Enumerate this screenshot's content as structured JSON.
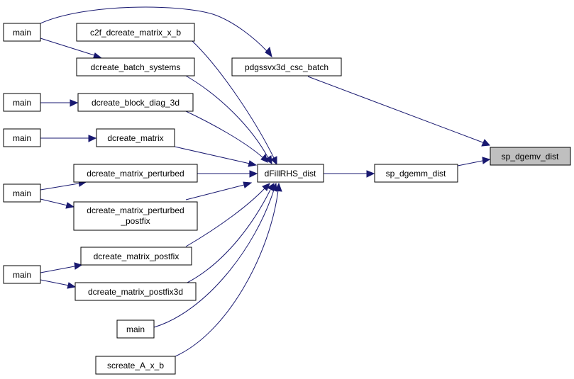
{
  "colors": {
    "edge": "#191970",
    "node_fill": "#ffffff",
    "node_border": "#000000",
    "highlight_fill": "#bfbfbf"
  },
  "nodes": {
    "main_1": "main",
    "c2f_dcreate_matrix_x_b": "c2f_dcreate_matrix_x_b",
    "pdgssvx3d_csc_batch": "pdgssvx3d_csc_batch",
    "dcreate_batch_systems": "dcreate_batch_systems",
    "main_2": "main",
    "dcreate_block_diag_3d": "dcreate_block_diag_3d",
    "sp_dgemv_dist": "sp_dgemv_dist",
    "main_3": "main",
    "dcreate_matrix": "dcreate_matrix",
    "dcreate_matrix_perturbed": "dcreate_matrix_perturbed",
    "dFillRHS_dist": "dFillRHS_dist",
    "sp_dgemm_dist": "sp_dgemm_dist",
    "main_4": "main",
    "dcreate_matrix_perturbed_postfix_line1": "dcreate_matrix_perturbed",
    "dcreate_matrix_perturbed_postfix_line2": "_postfix",
    "dcreate_matrix_postfix": "dcreate_matrix_postfix",
    "main_5": "main",
    "dcreate_matrix_postfix3d": "dcreate_matrix_postfix3d",
    "main_6": "main",
    "screate_A_x_b": "screate_A_x_b"
  }
}
